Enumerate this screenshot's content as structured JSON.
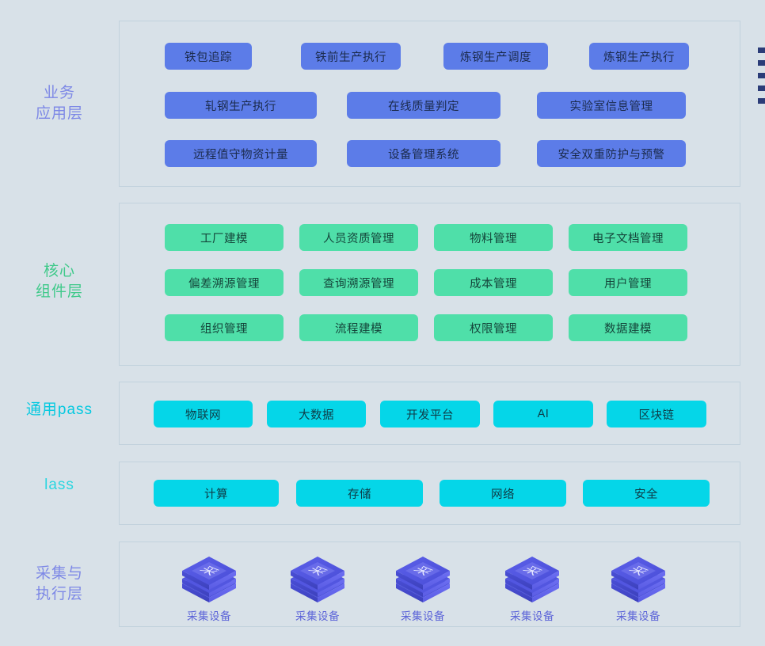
{
  "background_color": "#d8e1e8",
  "layers": [
    {
      "id": "business-application",
      "label": "业务\n应用层",
      "label_color": "#7d88e6",
      "chip_color": "#5c7ce8",
      "rows": [
        [
          {
            "label": "铁包追踪"
          },
          {
            "label": "铁前生产执行"
          },
          {
            "label": "炼钢生产调度"
          },
          {
            "label": "炼钢生产执行"
          }
        ],
        [
          {
            "label": "轧钢生产执行"
          },
          {
            "label": "在线质量判定"
          },
          {
            "label": "实验室信息管理"
          }
        ],
        [
          {
            "label": "远程值守物资计量"
          },
          {
            "label": "设备管理系统"
          },
          {
            "label": "安全双重防护与预警"
          }
        ]
      ]
    },
    {
      "id": "core-component",
      "label": "核心\n组件层",
      "label_color": "#3fc98a",
      "chip_color": "#4fdfa9",
      "rows": [
        [
          {
            "label": "工厂建模"
          },
          {
            "label": "人员资质管理"
          },
          {
            "label": "物料管理"
          },
          {
            "label": "电子文档管理"
          }
        ],
        [
          {
            "label": "偏差溯源管理"
          },
          {
            "label": "查询溯源管理"
          },
          {
            "label": "成本管理"
          },
          {
            "label": "用户管理"
          }
        ],
        [
          {
            "label": "组织管理"
          },
          {
            "label": "流程建模"
          },
          {
            "label": "权限管理"
          },
          {
            "label": "数据建模"
          }
        ]
      ]
    },
    {
      "id": "general-paas",
      "label": "通用pass",
      "label_color": "#07c9e0",
      "chip_color": "#05d6e8",
      "rows": [
        [
          {
            "label": "物联网"
          },
          {
            "label": "大数据"
          },
          {
            "label": "开发平台"
          },
          {
            "label": "AI"
          },
          {
            "label": "区块链"
          }
        ]
      ]
    },
    {
      "id": "iaas",
      "label": "lass",
      "label_color": "#2ad6e0",
      "chip_color": "#05d6e8",
      "rows": [
        [
          {
            "label": "计算"
          },
          {
            "label": "存储"
          },
          {
            "label": "网络"
          },
          {
            "label": "安全"
          }
        ]
      ]
    },
    {
      "id": "collection-execution",
      "label": "采集与\n执行层",
      "label_color": "#7d88e6",
      "devices": [
        {
          "label": "采集设备",
          "glyph": "采"
        },
        {
          "label": "采集设备",
          "glyph": "采"
        },
        {
          "label": "采集设备",
          "glyph": "采"
        },
        {
          "label": "采集设备",
          "glyph": "采"
        },
        {
          "label": "采集设备",
          "glyph": "采"
        }
      ]
    }
  ],
  "edge_bullets": {
    "count": 5,
    "color": "#2b3c78"
  }
}
